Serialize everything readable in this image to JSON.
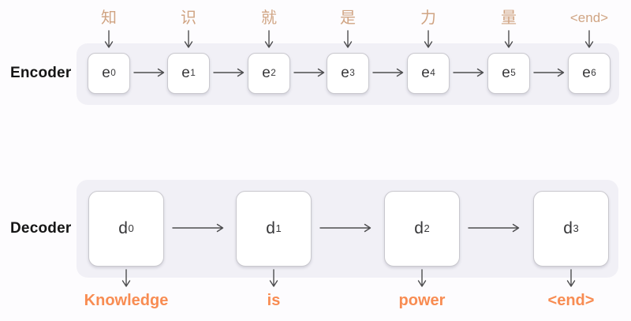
{
  "diagram": {
    "type": "seq2seq-encoder-decoder",
    "source_sentence": "知识就是力量",
    "target_sentence": "Knowledge is power"
  },
  "encoder": {
    "label": "Encoder",
    "units": [
      {
        "input": "知",
        "cell": "e",
        "index": "0"
      },
      {
        "input": "识",
        "cell": "e",
        "index": "1"
      },
      {
        "input": "就",
        "cell": "e",
        "index": "2"
      },
      {
        "input": "是",
        "cell": "e",
        "index": "3"
      },
      {
        "input": "力",
        "cell": "e",
        "index": "4"
      },
      {
        "input": "量",
        "cell": "e",
        "index": "5"
      },
      {
        "input": "<end>",
        "cell": "e",
        "index": "6"
      }
    ]
  },
  "decoder": {
    "label": "Decoder",
    "units": [
      {
        "cell": "d",
        "index": "0",
        "output": "Knowledge"
      },
      {
        "cell": "d",
        "index": "1",
        "output": "is"
      },
      {
        "cell": "d",
        "index": "2",
        "output": "power"
      },
      {
        "cell": "d",
        "index": "3",
        "output": "<end>"
      }
    ]
  },
  "colors": {
    "input_token_text": "#d0a483",
    "output_token_text": "#f88c52",
    "track_background": "#f1f0f6",
    "cell_background": "#ffffff",
    "cell_border": "#c9c8ce",
    "arrow": "#4d4d4f",
    "section_label_text": "#151515",
    "page_background": "#fdfcfe"
  }
}
